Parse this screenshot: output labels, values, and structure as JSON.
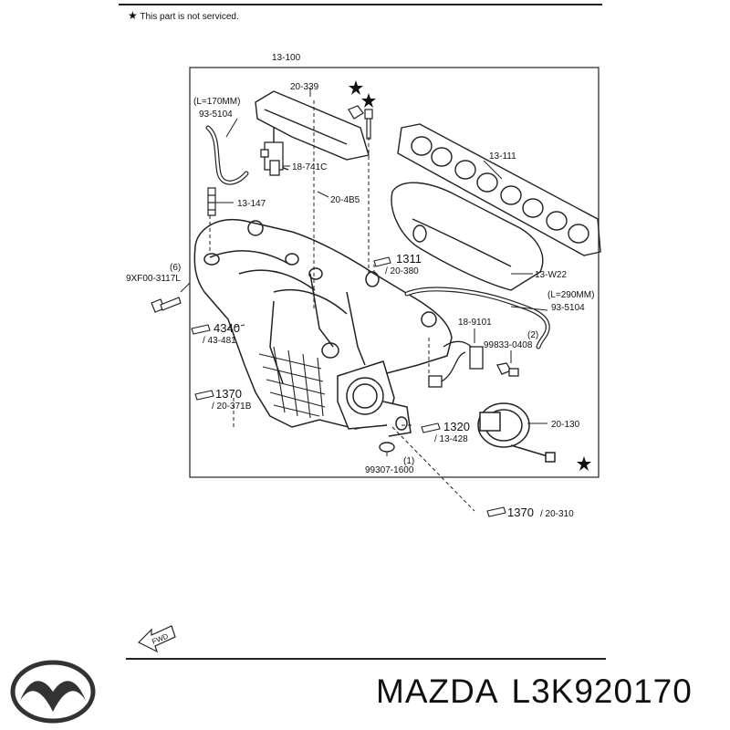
{
  "note": {
    "symbol": "★",
    "text": "This part is not serviced."
  },
  "callouts": {
    "c13_100": "13-100",
    "c20_339": "20-339",
    "l170": "(L=170MM)",
    "c93_5104a": "93-5104",
    "c18_741C": "18-741C",
    "c20_4B5": "20-4B5",
    "c13_147": "13-147",
    "c13_111": "13-111",
    "c13_W22": "13-W22",
    "l290": "(L=290MM)",
    "c93_5104b": "93-5104",
    "c18_9101": "18-9101",
    "q2": "(2)",
    "c99833": "99833-0408",
    "q6": "(6)",
    "c9XF00": "9XF00-3117L",
    "r1311": "1311",
    "r20_380": "/ 20-380",
    "r4340": "4340",
    "r43_481": "/ 43-481",
    "r1370a": "1370",
    "r20_371B": "/ 20-371B",
    "r1320": "1320",
    "r13_428": "/ 13-428",
    "c20_130": "20-130",
    "q1": "(1)",
    "c99307": "99307-1600",
    "r1370b": "1370",
    "r20_310": "/ 20-310",
    "fwd": "FWD"
  },
  "footer": {
    "brand": "MAZDA",
    "part_number": "L3K920170"
  }
}
